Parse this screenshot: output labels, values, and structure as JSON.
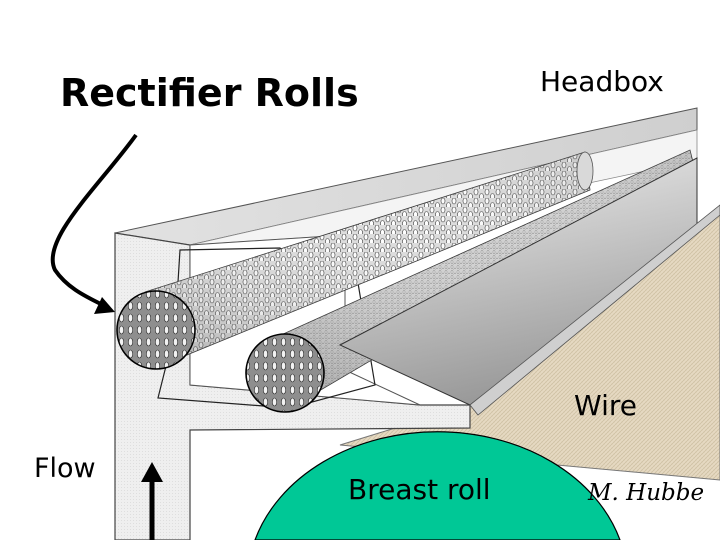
{
  "labels": {
    "rectifier_rolls": "Rectifier Rolls",
    "headbox": "Headbox",
    "wire": "Wire",
    "flow": "Flow",
    "breast_roll": "Breast roll",
    "credit": "M. Hubbe"
  },
  "colors": {
    "breast_roll": "#00c896",
    "wire_fabric": "#e6d9c2",
    "headbox_wall": "#efefef",
    "slice_lip": "#b5b5b5",
    "roll_face": "#8e8e8e"
  }
}
